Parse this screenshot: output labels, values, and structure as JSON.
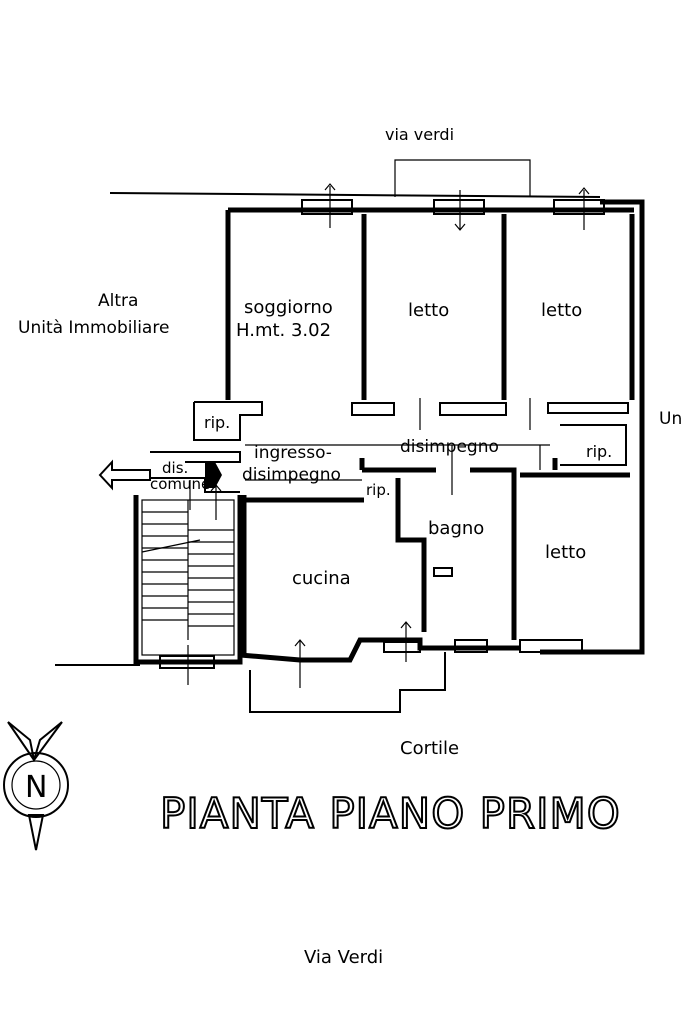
{
  "streets": {
    "top": "via verdi",
    "bottom": "Via Verdi",
    "right_cut": "Un"
  },
  "neighbor": {
    "line1": "Altra",
    "line2": "Unità Immobiliare"
  },
  "rooms": {
    "soggiorno": "soggiorno",
    "soggiorno_height": "H.mt. 3.02",
    "letto_1": "letto",
    "letto_2": "letto",
    "letto_3": "letto",
    "rip_1": "rip.",
    "rip_2": "rip.",
    "rip_3": "rip.",
    "ingresso": "ingresso-",
    "disimpegno_1": "disimpegno",
    "disimpegno_2": "disimpegno",
    "dis_comune_1": "dis.",
    "dis_comune_2": "comune",
    "bagno": "bagno",
    "cucina": "cucina"
  },
  "courtyard": "Cortile",
  "title": "PIANTA PIANO PRIMO",
  "compass": {
    "letter": "N"
  }
}
